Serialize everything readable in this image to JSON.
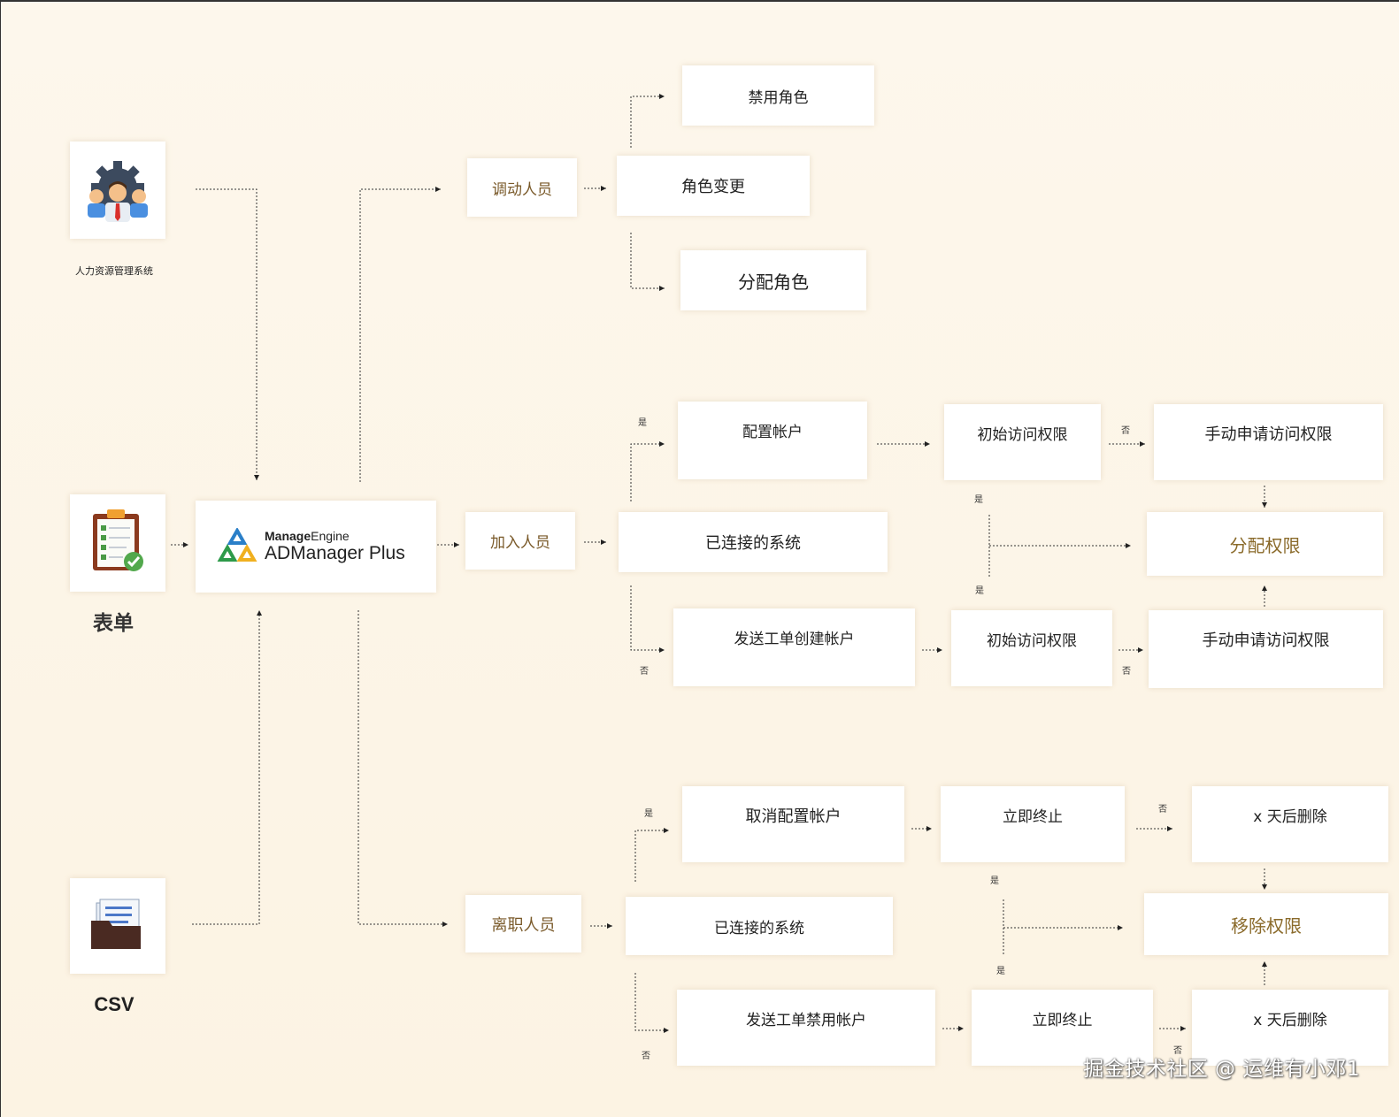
{
  "sources": {
    "hr": {
      "caption": "人力资源管理系统",
      "icon": "hr-people-gear-icon"
    },
    "form": {
      "caption": "表单",
      "icon": "clipboard-checklist-icon"
    },
    "csv": {
      "caption": "CSV",
      "icon": "folder-documents-icon"
    }
  },
  "central": {
    "brand_prefix": "Manage",
    "brand_suffix": "Engine",
    "product": "ADManager Plus",
    "logo": "admanager-triangles-logo"
  },
  "categories": {
    "transfer": "调动人员",
    "join": "加入人员",
    "leave": "离职人员"
  },
  "transfer_branch": {
    "disable_role": "禁用角色",
    "role_change": "角色变更",
    "assign_role": "分配角色"
  },
  "join_branch": {
    "provision": "配置帐户",
    "connected": "已连接的系统",
    "ticket_create": "发送工单创建帐户",
    "init_access_1": "初始访问权限",
    "init_access_2": "初始访问权限",
    "manual_request_1": "手动申请访问权限",
    "manual_request_2": "手动申请访问权限",
    "assign_perm": "分配权限"
  },
  "leave_branch": {
    "deprovision": "取消配置帐户",
    "connected": "已连接的系统",
    "ticket_disable": "发送工单禁用帐户",
    "terminate_1": "立即终止",
    "terminate_2": "立即终止",
    "delete_1": "x 天后删除",
    "delete_2": "x 天后删除",
    "remove_perm": "移除权限"
  },
  "edge_labels": {
    "yes": "是",
    "no": "否"
  },
  "watermark": "掘金技术社区 @ 运维有小邓1"
}
